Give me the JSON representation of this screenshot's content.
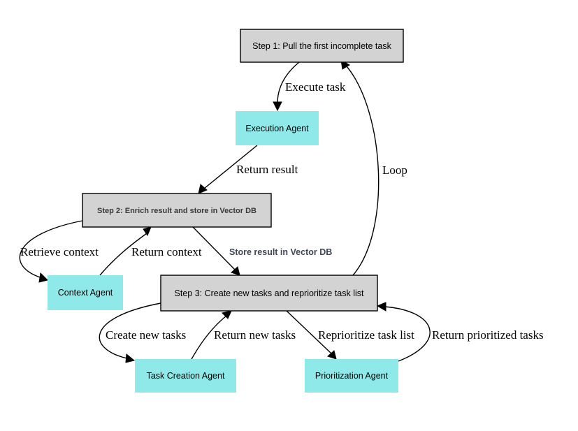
{
  "nodes": {
    "step1": "Step 1: Pull the first incomplete task",
    "execution_agent": "Execution Agent",
    "step2": "Step 2: Enrich result and store in Vector DB",
    "context_agent": "Context Agent",
    "step3": "Step 3: Create new tasks and reprioritize task list",
    "task_creation_agent": "Task Creation Agent",
    "prioritization_agent": "Prioritization Agent"
  },
  "edges": {
    "execute_task": "Execute task",
    "return_result": "Return result",
    "loop": "Loop",
    "retrieve_context": "Retrieve context",
    "return_context": "Return context",
    "store_result": "Store result in Vector DB",
    "create_new_tasks": "Create new tasks",
    "return_new_tasks": "Return new tasks",
    "reprioritize_task_list": "Reprioritize task list",
    "return_prioritized_tasks": "Return prioritized tasks"
  },
  "colors": {
    "step_fill": "#d3d3d3",
    "agent_fill": "#8fe9e9"
  }
}
